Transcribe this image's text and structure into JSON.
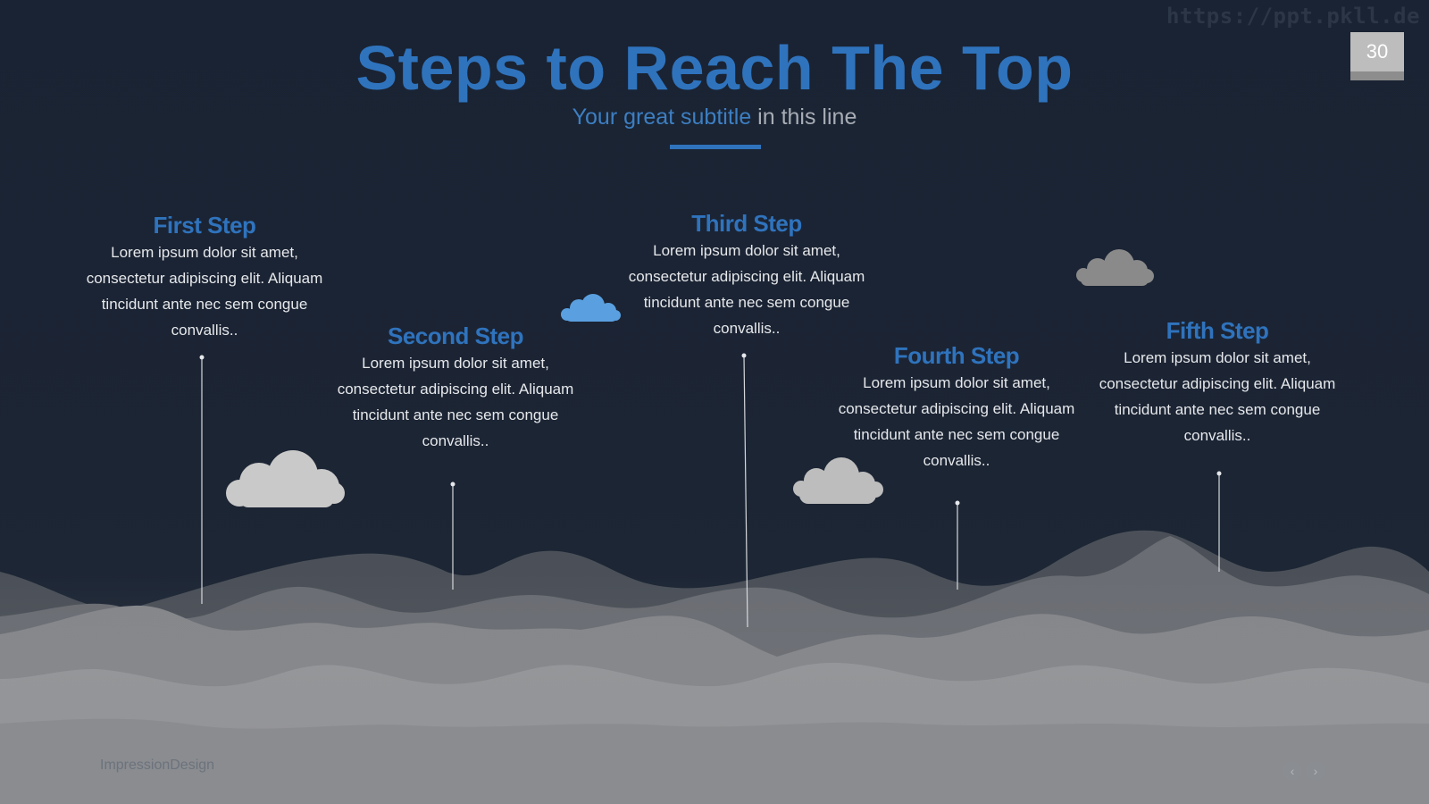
{
  "watermark": "https://ppt.pkll.de",
  "page_number": "30",
  "title": "Steps to Reach The Top",
  "subtitle": {
    "accent": "Your great subtitle",
    "rest": " in this line"
  },
  "steps": [
    {
      "title": "First Step",
      "body": "Lorem ipsum dolor sit amet, consectetur adipiscing elit. Aliquam tincidunt ante nec sem congue convallis.."
    },
    {
      "title": "Second Step",
      "body": "Lorem ipsum dolor sit amet, consectetur adipiscing elit. Aliquam tincidunt ante nec sem congue convallis.."
    },
    {
      "title": "Third Step",
      "body": "Lorem ipsum dolor sit amet, consectetur adipiscing elit. Aliquam tincidunt ante nec sem congue convallis.."
    },
    {
      "title": "Fourth Step",
      "body": "Lorem ipsum dolor sit amet, consectetur adipiscing elit. Aliquam tincidunt ante nec sem congue convallis.."
    },
    {
      "title": "Fifth Step",
      "body": "Lorem ipsum dolor sit amet, consectetur adipiscing elit. Aliquam tincidunt ante nec sem congue convallis.."
    }
  ],
  "footer": {
    "brand": "ImpressionDesign",
    "prev_icon": "chevron-left-icon",
    "next_icon": "chevron-right-icon",
    "prev_glyph": "‹",
    "next_glyph": "›"
  },
  "colors": {
    "background": "#1b2431",
    "accent": "#2f73bd",
    "cloud_gray": "#c9c9c9",
    "cloud_blue": "#5aa0e0"
  }
}
